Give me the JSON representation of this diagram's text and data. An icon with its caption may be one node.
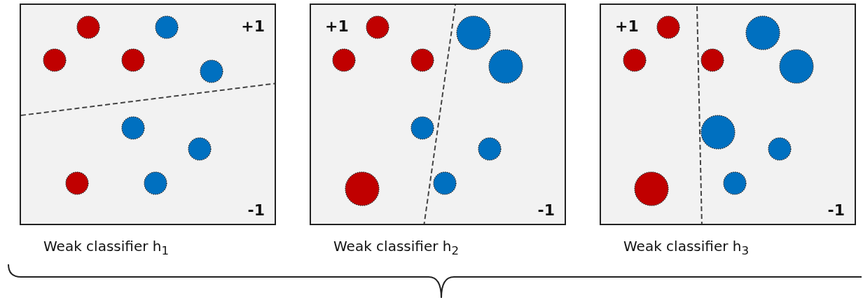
{
  "diagram": {
    "nodes": [
      {
        "text": [
          "+1",
          "-1"
        ],
        "beside": [
          "Weak classifier h$_{1}$"
        ]
      },
      {
        "text": [
          "+1",
          "-1"
        ],
        "beside": [
          "Weak classifier h$_{2}$"
        ]
      },
      {
        "text": [
          "+1",
          "-1"
        ],
        "beside": [
          "Weak classifier h$_{3}$"
        ]
      }
    ],
    "edges": []
  }
}
